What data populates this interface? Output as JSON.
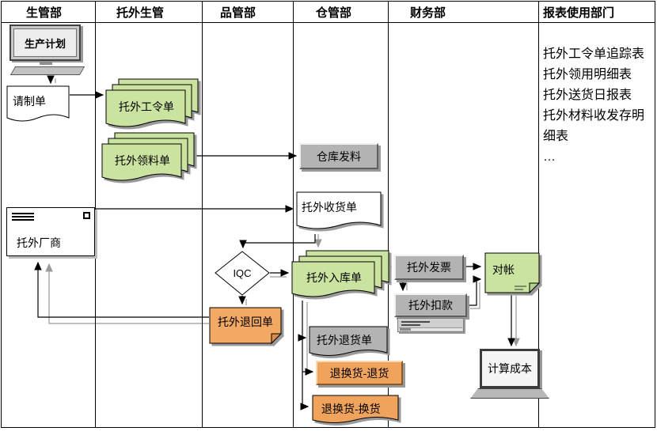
{
  "lanes": [
    "生管部",
    "托外生管",
    "品管部",
    "仓管部",
    "财务部",
    "报表使用部门"
  ],
  "nodes": {
    "production_plan": "生产计划",
    "request_form": "请制单",
    "work_order": "托外工令单",
    "material_requisition": "托外领料单",
    "warehouse_issue": "仓库发料",
    "receiving_note": "托外收货单",
    "vendor": "托外厂商",
    "iqc": "IQC",
    "inbound_note": "托外入库单",
    "return_note": "托外退回单",
    "invoice": "托外发票",
    "deduction": "托外扣款",
    "reconciliation": "对帐",
    "cost_calculation": "计算成本",
    "return_goods_note": "托外退货单",
    "exchange_return": "退换货-退货",
    "exchange_swap": "退换货-换货"
  },
  "reports": [
    "托外工令单追踪表",
    "托外领用明细表",
    "托外送货日报表",
    "托外材料收发存明细表",
    "…"
  ],
  "colors": {
    "doc_green": "#cbe3a0",
    "doc_orange": "#f0a35c",
    "box_gray": "#b3b3b3"
  }
}
